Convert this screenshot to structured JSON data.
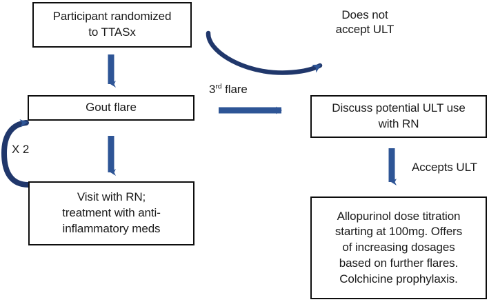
{
  "diagram": {
    "title": "Gout treatment pathway flowchart",
    "stroke_color": "#0d0d0d",
    "arrow_color": "#2e5596",
    "text_color": "#1a1a1a",
    "background": "#ffffff",
    "nodes": [
      {
        "id": "participant-randomized",
        "label": "Participant randomized\nto TTASx"
      },
      {
        "id": "gout-flare",
        "label": "Gout flare"
      },
      {
        "id": "visit-with-rn",
        "label": "Visit with RN;\ntreatment with anti-\ninflammatory meds"
      },
      {
        "id": "discuss-ult",
        "label": "Discuss potential ULT use\nwith RN"
      },
      {
        "id": "allopurinol-titration",
        "label": "Allopurinol dose titration\nstarting at 100mg. Offers\nof increasing dosages\nbased on further flares.\nColchicine prophylaxis."
      }
    ],
    "edge_labels": {
      "does_not_accept": "Does not\naccept ULT",
      "third_flare_prefix": "3",
      "third_flare_sup": "rd",
      "third_flare_suffix": " flare",
      "loop_x2": "X 2",
      "accepts_ult": "Accepts ULT"
    }
  }
}
